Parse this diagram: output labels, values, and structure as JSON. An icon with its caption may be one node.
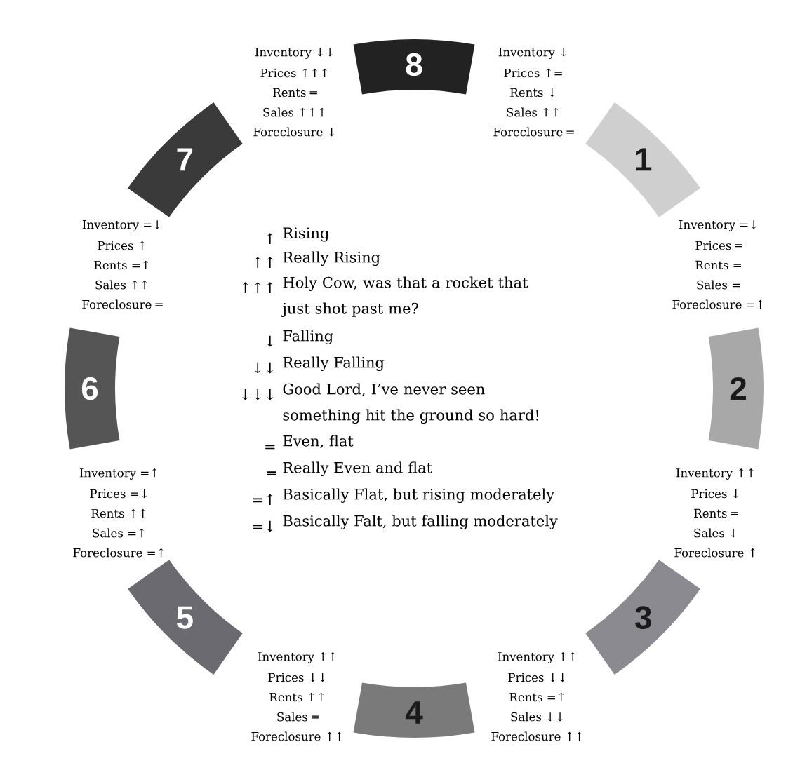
{
  "diagram": {
    "nodes": [
      {
        "text": [
          "1"
        ]
      },
      {
        "text": [
          "2"
        ]
      },
      {
        "text": [
          "3"
        ]
      },
      {
        "text": [
          "4"
        ]
      },
      {
        "text": [
          "5"
        ]
      },
      {
        "text": [
          "6"
        ]
      },
      {
        "text": [
          "7"
        ]
      },
      {
        "text": [
          "8"
        ]
      }
    ],
    "labels": [
      "Inventory ↓↓",
      "Prices ↑↑↑",
      "Rents ═",
      "Sales ↑↑↑",
      "Foreclosure ↓",
      "Inventory ↓",
      "Prices ↑=",
      "Rents ↓",
      "Sales ↑↑",
      "Foreclosure ═",
      "Inventory =↓",
      "Prices ↑",
      "Rents =↑",
      "Sales ↑↑",
      "Foreclosure ═",
      "Inventory =↓",
      "Prices ═",
      "Rents =",
      "Sales =",
      "Foreclosure =↑",
      "↑",
      "Rising",
      "↑↑",
      "Really Rising",
      "↑↑↑",
      "Holy Cow, was that a rocket that just shot past me?",
      "↓",
      "Falling",
      "↓↓",
      "Really Falling",
      "↓↓↓",
      "Good Lord, I’ve never seen something hit the ground so hard!",
      "=",
      "Even, flat",
      "═",
      "Really Even and flat",
      "=↑",
      "Basically Flat, but rising moderately",
      "=↓",
      "Basically Falt, but falling moderately",
      "Inventory =↑",
      "Prices =↓",
      "Rents ↑↑",
      "Sales =↑",
      "Foreclosure =↑",
      "Inventory ↑↑",
      "Prices ↓",
      "Rents ═",
      "Sales ↓",
      "Foreclosure ↑",
      "Inventory ↑↑",
      "Prices ↓↓",
      "Rents ↑↑",
      "Sales ═",
      "Foreclosure ↑↑",
      "Inventory ↑↑",
      "Prices ↓↓",
      "Rents =↑",
      "Sales ↓↓",
      "Foreclosure ↑↑"
    ]
  }
}
